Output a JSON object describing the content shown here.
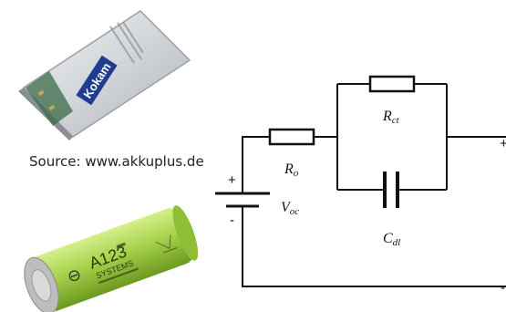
{
  "source_caption": "Source: www.akkuplus.de",
  "pouch_cell": {
    "brand": "Kokam"
  },
  "cylindrical_cell": {
    "brand": "A123",
    "brand_sub": "SYSTEMS",
    "minus_symbol": "⊖"
  },
  "circuit": {
    "resistor_series": {
      "main": "R",
      "sub": "o"
    },
    "resistor_ct": {
      "main": "R",
      "sub": "ct"
    },
    "capacitor_dl": {
      "main": "C",
      "sub": "dl"
    },
    "voltage_source": {
      "main": "V",
      "sub": "oc"
    },
    "plus_sign": "+",
    "minus_sign": "-",
    "terminal_plus": "+",
    "terminal_minus": "-"
  },
  "colors": {
    "wire": "#111111",
    "pouch_body": "#d8dadc",
    "pouch_label": "#1f3c8f",
    "cell_green": "#a6d24c",
    "cell_cap": "#b9b9b9"
  }
}
